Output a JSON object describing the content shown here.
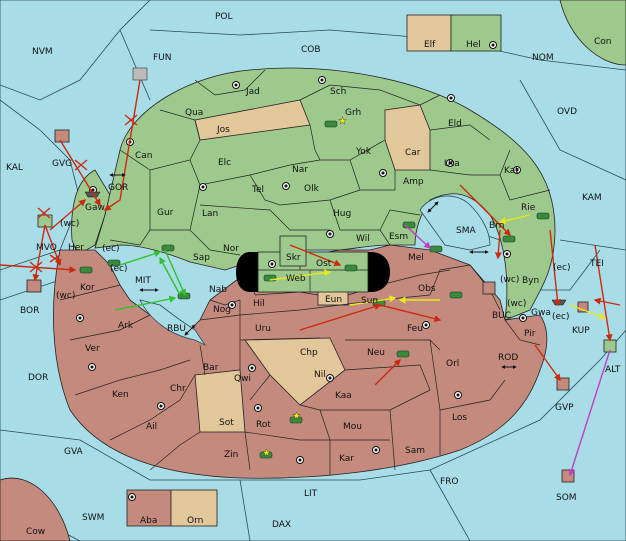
{
  "colors": {
    "sea": "#a8dde8",
    "green_power": "#9ec98c",
    "red_power": "#c48a7e",
    "neutral": "#e2c79a",
    "order_red": "#cc2a10",
    "order_yellow": "#e8e820",
    "order_green": "#30c030",
    "order_magenta": "#c040c0"
  },
  "regions": {
    "POL": "POL",
    "NVM": "NVM",
    "FUN": "FUN",
    "COB": "COB",
    "NOM": "NOM",
    "Con": "Con",
    "OVD": "OVD",
    "KAL": "KAL",
    "KAM": "KAM",
    "TEI": "TEI",
    "BOR": "BOR",
    "DOR": "DOR",
    "GVA": "GVA",
    "SWM": "SWM",
    "LIT": "LIT",
    "FRO": "FRO",
    "DAX": "DAX",
    "Cow": "Cow",
    "SOM": "SOM",
    "ALT": "ALT",
    "KUP": "KUP",
    "GVP": "GVP",
    "ROD": "ROD",
    "BUC": "BUC",
    "SMA": "SMA",
    "MIT": "MIT",
    "RBU": "RBU",
    "GOR": "GOR",
    "GVG": "GVG",
    "MVO": "MVO",
    "Jad": "Jad",
    "Sch": "Sch",
    "Qua": "Qua",
    "Jos": "Jos",
    "Grh": "Grh",
    "Eld": "Eld",
    "Can": "Can",
    "Car": "Car",
    "Yok": "Yok",
    "Uta": "Uta",
    "Elc": "Elc",
    "Nar": "Nar",
    "Kat": "Kat",
    "Amp": "Amp",
    "Tel": "Tel",
    "Olk": "Olk",
    "Rie": "Rie",
    "Gur": "Gur",
    "Lan": "Lan",
    "Hug": "Hug",
    "Brn": "Brn",
    "Gaw": "Gaw",
    "Esm": "Esm",
    "Her": "Her",
    "Nor": "Nor",
    "Wil": "Wil",
    "Skr": "Skr",
    "Sap": "Sap",
    "Ost": "Ost",
    "Mel": "Mel",
    "Web": "Web",
    "Kor": "Kor",
    "Nab": "Nab",
    "Obs": "Obs",
    "Byn": "Byn",
    "Eun": "Eun",
    "Hil": "Hil",
    "Sun": "Sun",
    "Gwa": "Gwa",
    "Ark": "Ark",
    "Nog": "Nog",
    "Pir": "Pir",
    "Uru": "Uru",
    "Feu": "Feu",
    "Ver": "Ver",
    "Chp": "Chp",
    "Neu": "Neu",
    "Orl": "Orl",
    "Bar": "Bar",
    "Qwi": "Qwi",
    "Nil": "Nil",
    "Ken": "Ken",
    "Chr": "Chr",
    "Kaa": "Kaa",
    "Sot": "Sot",
    "Los": "Los",
    "Ail": "Ail",
    "Rot": "Rot",
    "Mou": "Mou",
    "Sam": "Sam",
    "Zin": "Zin",
    "Kar": "Kar",
    "Aba": "Aba",
    "Orn": "Orn",
    "Elf": "Elf",
    "Hel": "Hel"
  },
  "coast_tags": {
    "wc1": "(wc)",
    "ec1": "(ec)",
    "ec2": "(ec)",
    "wc2": "(wc)",
    "wc3": "(wc)",
    "wc4": "(wc)",
    "ec3": "(ec)",
    "ec4": "(ec)"
  }
}
